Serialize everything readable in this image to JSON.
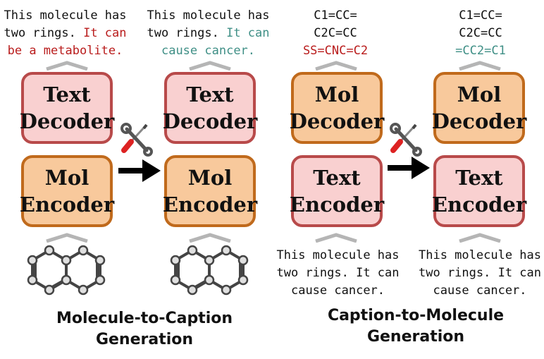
{
  "colors": {
    "text_box_fill": "#f9d0d0",
    "text_box_border": "#b84a4a",
    "mol_box_fill": "#f8c99c",
    "mol_box_border": "#c06a1c",
    "highlight_red": "#b91c1c",
    "highlight_teal": "#3f8f86"
  },
  "m2c": {
    "left": {
      "output_lines": [
        "This molecule has",
        "two rings."
      ],
      "output_highlight": [
        "It can",
        "be a metabolite."
      ],
      "decoder": [
        "Text",
        "Decoder"
      ],
      "encoder": [
        "Mol",
        "Encoder"
      ],
      "input_icon": "molecule-icon"
    },
    "right": {
      "output_lines": [
        "This molecule has",
        "two rings."
      ],
      "output_highlight": [
        "It can",
        "cause cancer."
      ],
      "decoder": [
        "Text",
        "Decoder"
      ],
      "encoder": [
        "Mol",
        "Encoder"
      ],
      "input_icon": "molecule-icon"
    },
    "transition_icon": "tools-icon",
    "caption": [
      "Molecule-to-Caption",
      "Generation"
    ]
  },
  "c2m": {
    "left": {
      "output_lines": [
        "C1=CC=",
        "C2C=CC"
      ],
      "output_highlight": "SS=CNC=C2",
      "decoder": [
        "Mol",
        "Decoder"
      ],
      "encoder": [
        "Text",
        "Encoder"
      ],
      "input_lines": [
        "This molecule has",
        "two rings. It can",
        "cause cancer."
      ]
    },
    "right": {
      "output_lines": [
        "C1=CC=",
        "C2C=CC"
      ],
      "output_highlight": "=CC2=C1",
      "decoder": [
        "Mol",
        "Decoder"
      ],
      "encoder": [
        "Text",
        "Encoder"
      ],
      "input_lines": [
        "This molecule has",
        "two rings. It can",
        "cause cancer."
      ]
    },
    "transition_icon": "tools-icon",
    "caption": [
      "Caption-to-Molecule",
      "Generation"
    ]
  }
}
